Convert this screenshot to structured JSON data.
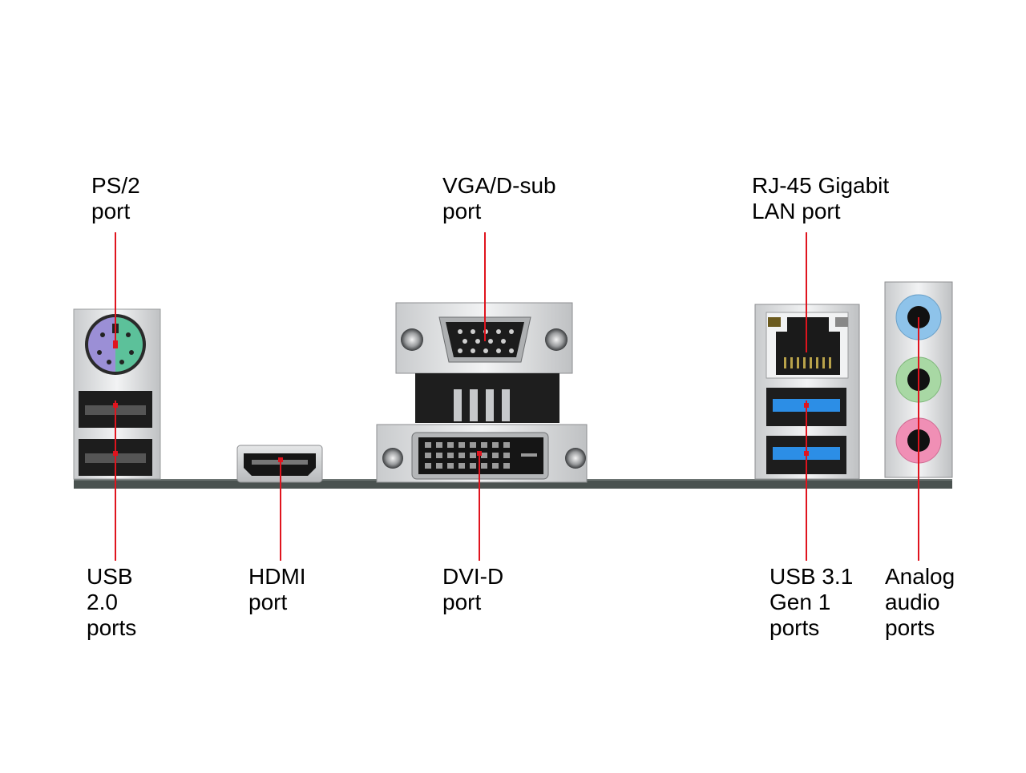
{
  "labels": {
    "ps2": "PS/2\nport",
    "vga": "VGA/D-sub\nport",
    "rj45": "RJ-45 Gigabit\nLAN port",
    "usb2": "USB\n2.0\nports",
    "hdmi": "HDMI\nport",
    "dvi": "DVI-D\nport",
    "usb31": "USB 3.1\nGen 1\nports",
    "audio": "Analog\naudio\nports"
  },
  "colors": {
    "leader_line": "#e0141e",
    "ps2_mouse": "#9b8fd6",
    "ps2_keyboard": "#5cc19a",
    "usb3_blue": "#2c8ee6",
    "audio_line_in": "#8ec3ea",
    "audio_line_out": "#a8d8a4",
    "audio_mic": "#f08fb5",
    "pcb": "#4a5250"
  }
}
